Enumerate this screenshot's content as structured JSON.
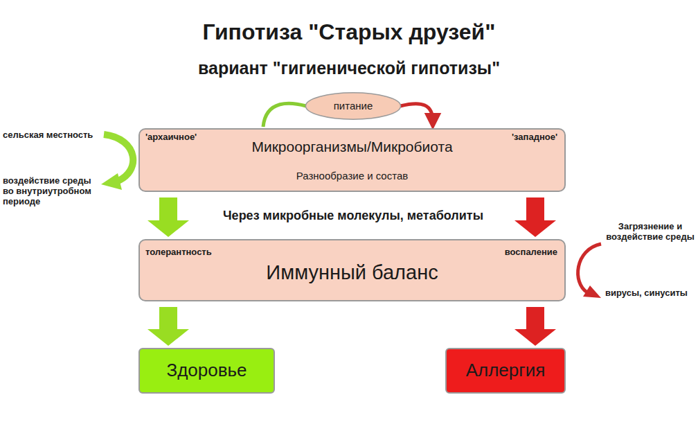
{
  "diagram": {
    "title": "Гипотиза \"Старых друзей\"",
    "nodes": [
      {
        "text": [
          "'архаичное'",
          "Микроорганизмы/Микробиота",
          "'западное'",
          "Разнообразие и состав"
        ]
      },
      {
        "text": [
          "питание"
        ]
      },
      {
        "text": [
          "толерантность",
          "Иммунный баланс",
          "воспаление"
        ]
      },
      {
        "text": [
          "Здоровье"
        ]
      },
      {
        "text": [
          "Аллергия"
        ]
      }
    ],
    "edges": [
      {
        "from": 0,
        "to": 2,
        "arrow": "to"
      },
      {
        "from": 0,
        "to": 2,
        "arrow": "to"
      },
      {
        "from": 2,
        "to": 3,
        "arrow": "to"
      },
      {
        "from": 2,
        "to": 4,
        "arrow": "to"
      },
      {
        "from": 0,
        "to": 1,
        "arrow": "none"
      },
      {
        "from": 1,
        "to": 0,
        "arrow": "to"
      }
    ],
    "labels": [
      "вариант \"гигиенической гипотизы\"",
      "Через микробные молекулы, метаболиты",
      "сельская местность",
      "воздействие среды во внутриутробном периоде",
      "Загрязнение и воздействие среды",
      "вирусы, синуситы"
    ]
  }
}
